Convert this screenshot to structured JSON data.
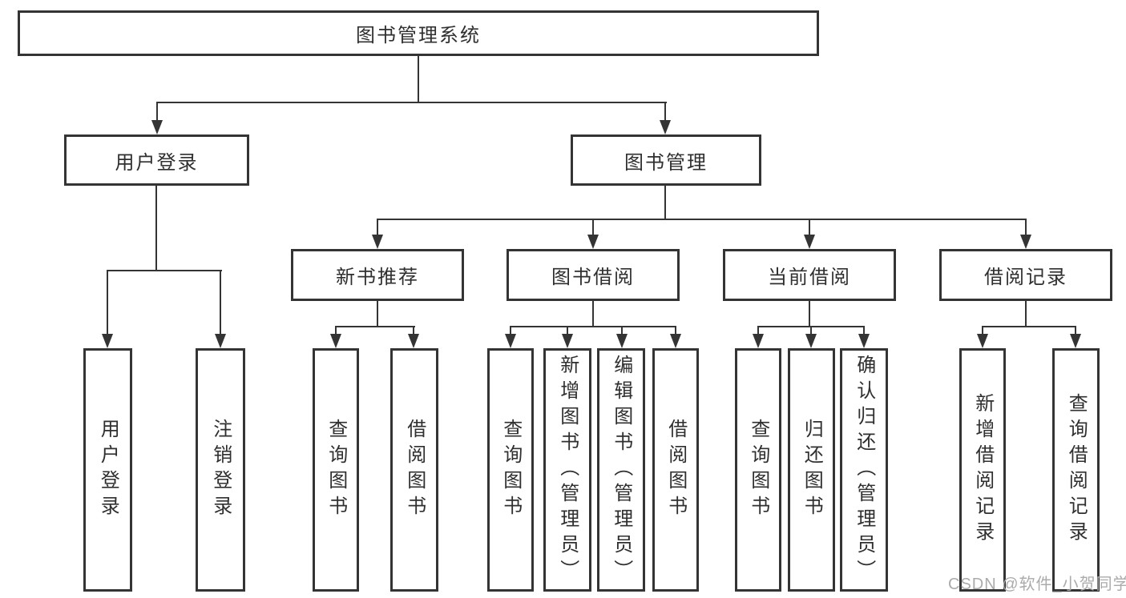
{
  "diagram": {
    "root_label": "图书管理系统",
    "user_login": {
      "label": "用户登录",
      "children": [
        "用户登录",
        "注销登录"
      ]
    },
    "book_mgmt": {
      "label": "图书管理",
      "sections": [
        {
          "label": "新书推荐",
          "children": [
            "查询图书",
            "借阅图书"
          ]
        },
        {
          "label": "图书借阅",
          "children": [
            "查询图书",
            "新增图书（管理员）",
            "编辑图书（管理员）",
            "借阅图书"
          ]
        },
        {
          "label": "当前借阅",
          "children": [
            "查询图书",
            "归还图书",
            "确认归还（管理员）"
          ]
        },
        {
          "label": "借阅记录",
          "children": [
            "新增借阅记录",
            "查询借阅记录"
          ]
        }
      ]
    },
    "watermark": "CSDN @软件_小贺同学",
    "colors": {
      "line": "#343434",
      "text": "#2f2f2f",
      "box_background": "#ffffff",
      "page_background": "#ffffff",
      "watermark": "#ababab"
    }
  }
}
